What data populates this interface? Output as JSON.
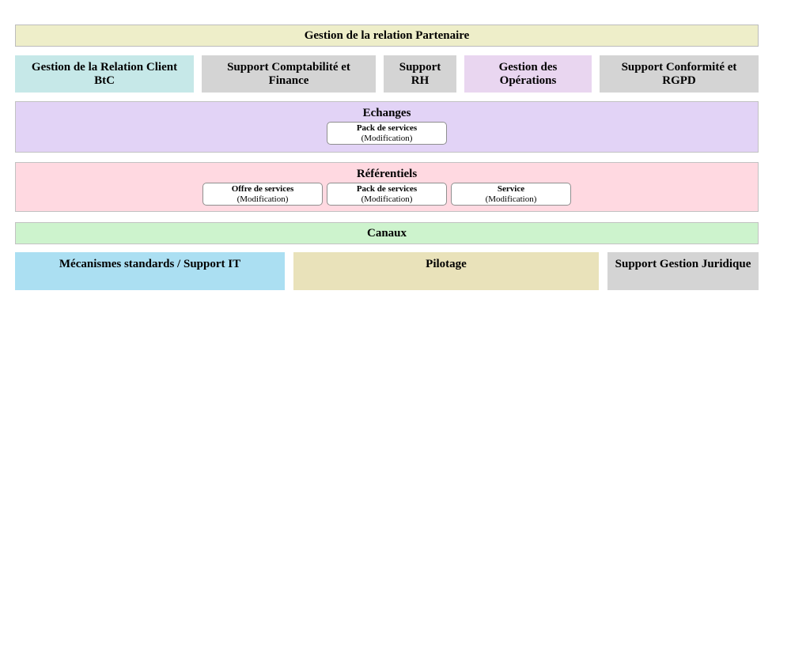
{
  "header": {
    "label": "Gestion de la relation Partenaire",
    "bg": "#eeeec9"
  },
  "capabilities": [
    {
      "label": "Gestion de la Relation Client BtC",
      "bg": "#c6e8e8"
    },
    {
      "label": "Support Comptabilité et Finance",
      "bg": "#d4d4d4"
    },
    {
      "label": "Support RH",
      "bg": "#d4d4d4"
    },
    {
      "label": "Gestion des Opérations",
      "bg": "#e9d6f0"
    },
    {
      "label": "Support Conformité et RGPD",
      "bg": "#d4d4d4"
    }
  ],
  "echanges": {
    "title": "Echanges",
    "bg": "#e2d3f6",
    "boxes": [
      {
        "name": "Pack de services",
        "qualifier": "(Modification)"
      }
    ]
  },
  "referentiels": {
    "title": "Référentiels",
    "bg": "#ffd9e1",
    "boxes": [
      {
        "name": "Offre de services",
        "qualifier": "(Modification)"
      },
      {
        "name": "Pack de services",
        "qualifier": "(Modification)"
      },
      {
        "name": "Service",
        "qualifier": "(Modification)"
      }
    ]
  },
  "canaux": {
    "title": "Canaux",
    "bg": "#cdf3cd"
  },
  "bottom": [
    {
      "label": "Mécanismes standards / Support IT",
      "bg": "#abdff2"
    },
    {
      "label": "Pilotage",
      "bg": "#e9e2ba"
    },
    {
      "label": "Support Gestion Juridique",
      "bg": "#d4d4d4"
    }
  ]
}
